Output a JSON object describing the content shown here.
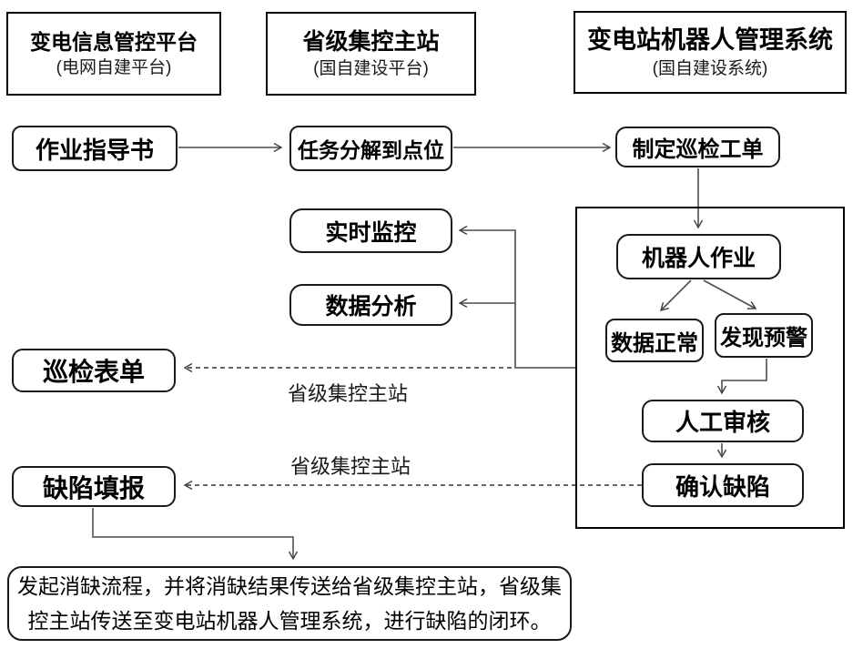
{
  "headers": [
    {
      "title": "变电信息管控平台",
      "subtitle": "(电网自建平台)"
    },
    {
      "title": "省级集控主站",
      "subtitle": "(国自建设平台)"
    },
    {
      "title": "变电站机器人管理系统",
      "subtitle": "(国自建设系统)"
    }
  ],
  "nodes": {
    "work_guide": "作业指导书",
    "task_decompose": "任务分解到点位",
    "create_order": "制定巡检工单",
    "robot_work": "机器人作业",
    "data_normal": "数据正常",
    "alert_found": "发现预警",
    "manual_review": "人工审核",
    "confirm_defect": "确认缺陷",
    "realtime_monitor": "实时监控",
    "data_analysis": "数据分析",
    "inspection_form": "巡检表单",
    "defect_report": "缺陷填报"
  },
  "labels": {
    "dashed_label_top": "省级集控主站",
    "dashed_label_bottom": "省级集控主站"
  },
  "bottom_note": "发起消缺流程，并将消缺结果传送给省级集控主站，省级集控主站传送至变电站机器人管理系统，进行缺陷的闭环。",
  "colors": {
    "background": "#ffffff",
    "box_border": "#000000",
    "connector": "#404040",
    "elbow_connector": "#757575",
    "text": "#000000"
  }
}
